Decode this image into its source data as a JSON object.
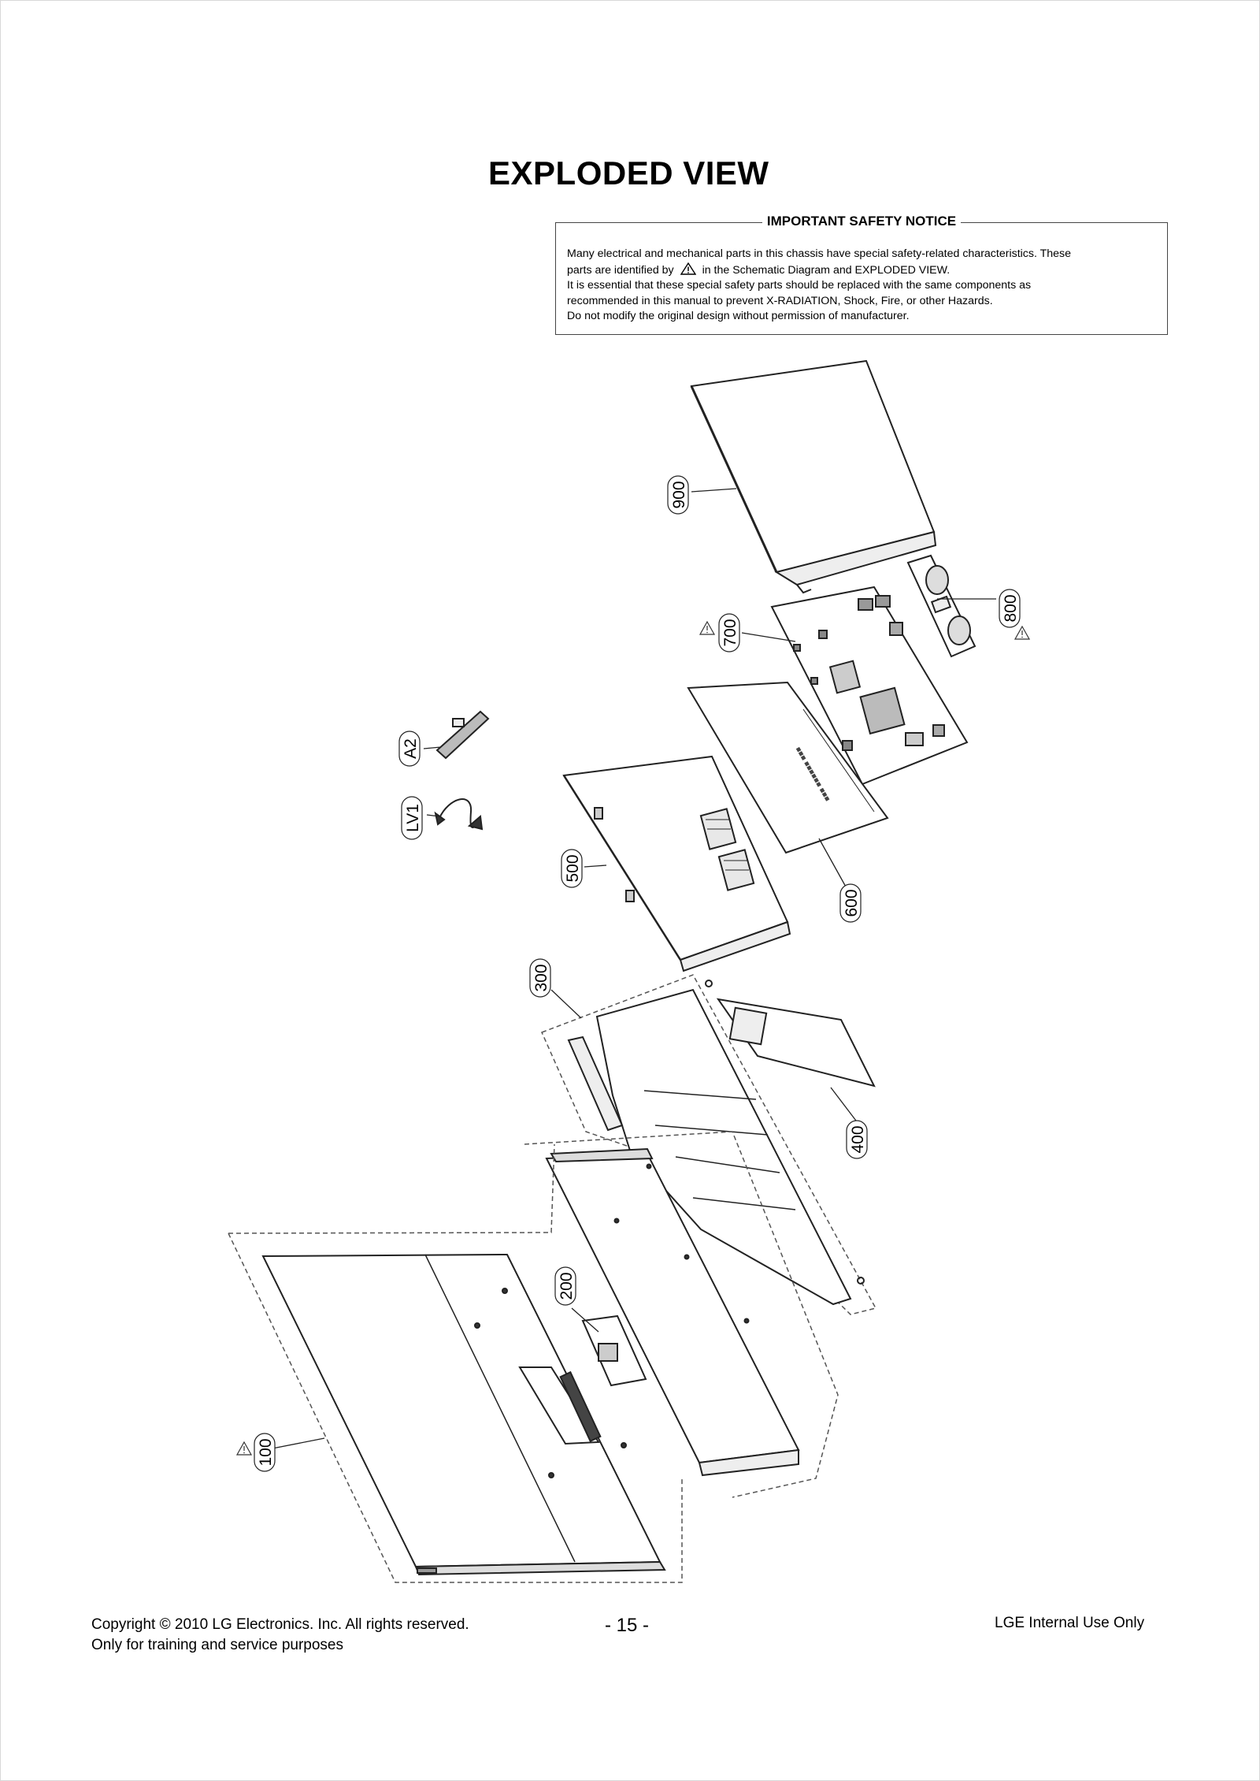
{
  "page": {
    "title": "EXPLODED VIEW",
    "notice": {
      "heading": "IMPORTANT SAFETY NOTICE",
      "line1": "Many electrical and mechanical parts in this chassis have special safety-related characteristics. These",
      "line2_before": "parts are identified by",
      "line2_after": "in the Schematic Diagram and EXPLODED VIEW.",
      "line3": "It is essential that these special safety parts should be replaced with the same components as",
      "line4": "recommended in this manual to prevent X-RADIATION, Shock, Fire, or other Hazards.",
      "line5": "Do not modify the original design without permission of manufacturer."
    },
    "parts": [
      {
        "id": "p900",
        "label": "900"
      },
      {
        "id": "p800",
        "label": "800"
      },
      {
        "id": "p700",
        "label": "700"
      },
      {
        "id": "pA2",
        "label": "A2"
      },
      {
        "id": "pLV1",
        "label": "LV1"
      },
      {
        "id": "p500",
        "label": "500"
      },
      {
        "id": "p600",
        "label": "600"
      },
      {
        "id": "p300",
        "label": "300"
      },
      {
        "id": "p400",
        "label": "400"
      },
      {
        "id": "p200",
        "label": "200"
      },
      {
        "id": "p100",
        "label": "100"
      }
    ],
    "footer": {
      "copyright": "Copyright © 2010 LG Electronics. Inc. All rights reserved.",
      "purpose": "Only for training and service purposes",
      "page_number": "- 15 -",
      "internal": "LGE Internal Use Only"
    }
  }
}
